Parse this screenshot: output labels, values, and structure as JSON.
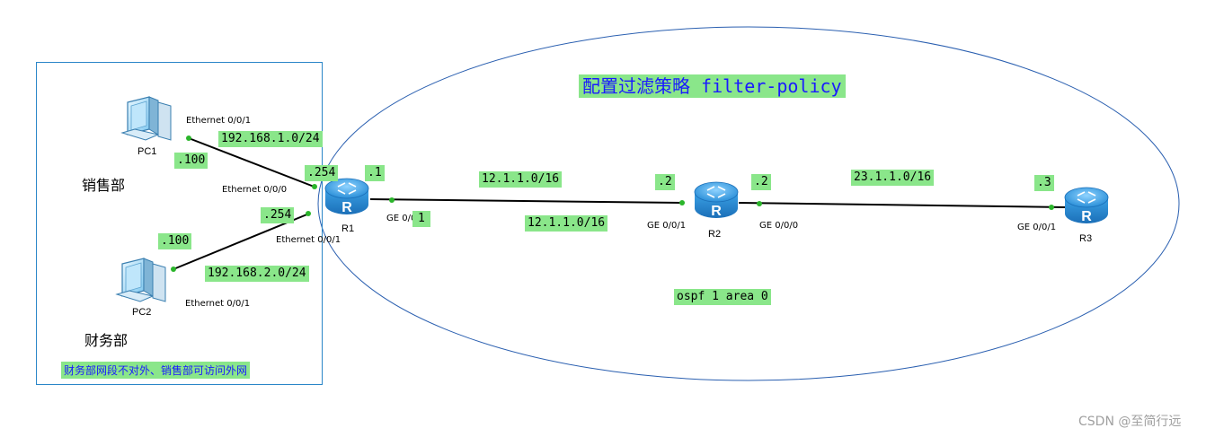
{
  "title": "配置过滤策略 filter-policy",
  "area_label": "ospf 1 area 0",
  "departments": {
    "sales": "销售部",
    "finance": "财务部",
    "note": "财务部网段不对外、销售部可访问外网"
  },
  "devices": {
    "pc1": "PC1",
    "pc2": "PC2",
    "r1": "R1",
    "r2": "R2",
    "r3": "R3",
    "router_glyph": "R"
  },
  "interfaces": {
    "pc1_eth": "Ethernet 0/0/1",
    "pc2_eth": "Ethernet 0/0/1",
    "r1_eth0": "Ethernet 0/0/0",
    "r1_eth1": "Ethernet 0/0/1",
    "r1_ge": "GE 0/0/0",
    "r2_ge1": "GE 0/0/1",
    "r2_ge0": "GE 0/0/0",
    "r3_ge": "GE 0/0/1"
  },
  "addresses": {
    "net1": "192.168.1.0/24",
    "net2": "192.168.2.0/24",
    "pc1_host": ".100",
    "pc2_host": ".100",
    "r1_g0": ".254",
    "r1_g1": ".254",
    "r1_ge": ".1",
    "r1_ge_dot": "1",
    "link12_a": "12.1.1.0/16",
    "link12_b": "12.1.1.0/16",
    "r2_left": ".2",
    "r2_right": ".2",
    "link23": "23.1.1.0/16",
    "r3": ".3"
  },
  "colors": {
    "label_bg": "#8ae68a",
    "title_text": "#1a1aff",
    "router_body": "#3aa7e8",
    "border_blue": "#2a86c8",
    "ellipse": "#2a5fb0",
    "link": "#000000",
    "port_dot": "#2bb52b"
  },
  "icons": [
    "pc-icon",
    "router-icon"
  ],
  "watermark": "CSDN @至简行远"
}
